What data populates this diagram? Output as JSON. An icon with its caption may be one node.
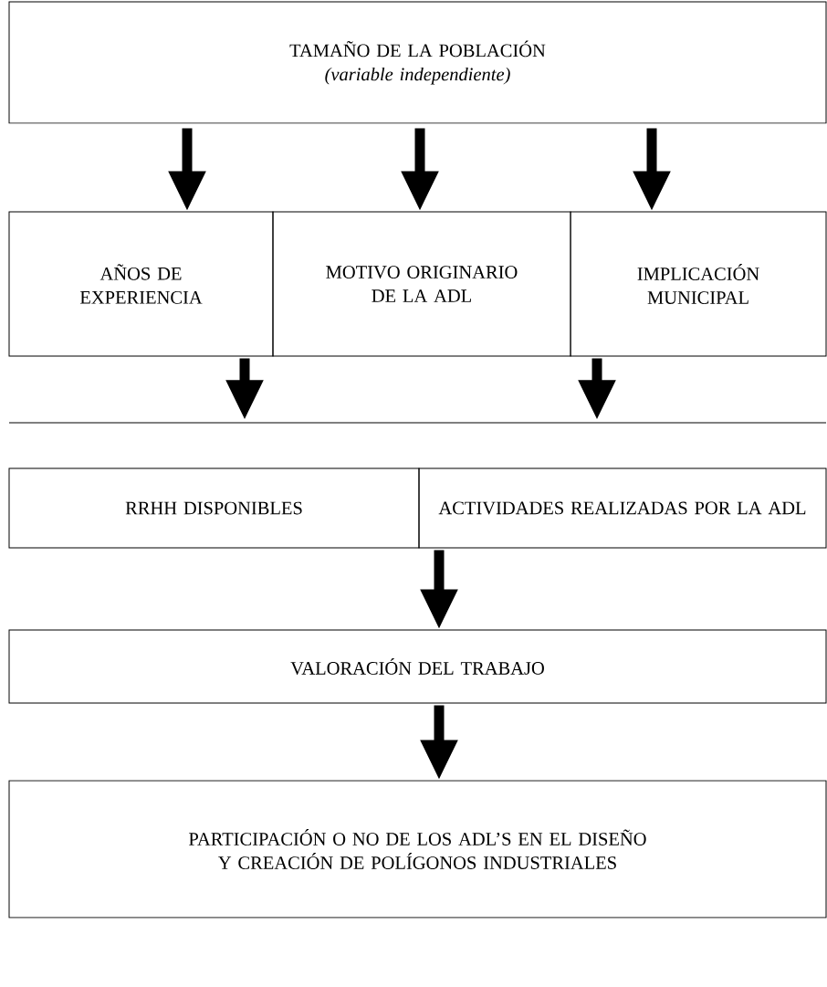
{
  "diagram": {
    "nodes": [
      {
        "text": [
          "TAMAÑO DE LA POBLACIÓN",
          "(variable independiente)"
        ]
      },
      {
        "text": [
          "AÑOS DE EXPERIENCIA"
        ]
      },
      {
        "text": [
          "MOTIVO ORIGINARIO DE LA ADL"
        ]
      },
      {
        "text": [
          "IMPLICACIÓN MUNICIPAL"
        ]
      },
      {
        "text": [],
        "shape": "bar"
      },
      {
        "text": [
          "RRHH DISPONIBLES"
        ]
      },
      {
        "text": [
          "ACTIVIDADES REALIZADAS POR LA ADL"
        ]
      },
      {
        "text": [
          "VALORACIÓN DEL TRABAJO"
        ]
      },
      {
        "text": [
          "PARTICIPACIÓN O NO DE LOS ADL’S EN EL DISEÑO Y CREACIÓN DE POLÍGONOS INDUSTRIALES"
        ]
      }
    ],
    "edges": [
      {
        "from": 0,
        "to": 1,
        "arrow": "to"
      },
      {
        "from": 0,
        "to": 2,
        "arrow": "to"
      },
      {
        "from": 0,
        "to": 3,
        "arrow": "to"
      },
      {
        "from": 1,
        "to": 4,
        "arrow": "to"
      },
      {
        "from": 3,
        "to": 4,
        "arrow": "to"
      },
      {
        "from": 6,
        "to": 7,
        "arrow": "to"
      },
      {
        "from": 7,
        "to": 8,
        "arrow": "to"
      }
    ]
  }
}
